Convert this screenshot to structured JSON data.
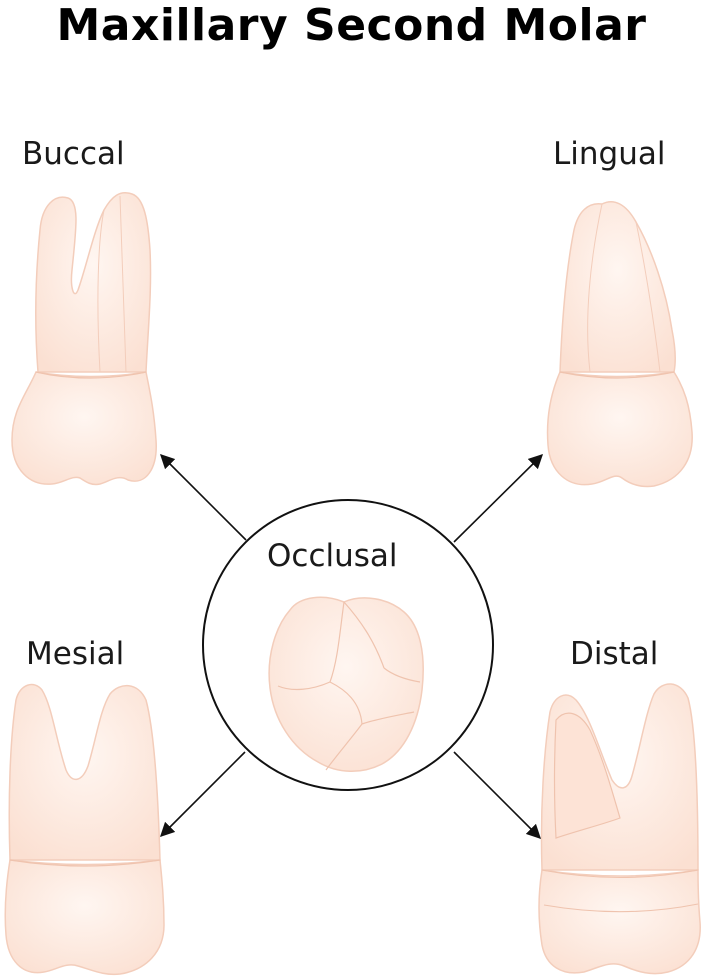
{
  "title": "Maxillary Second Molar",
  "views": {
    "buccal": "Buccal",
    "lingual": "Lingual",
    "mesial": "Mesial",
    "distal": "Distal",
    "occlusal": "Occlusal"
  },
  "colors": {
    "tooth_fill": "#fde6da",
    "tooth_light": "#fff4ee",
    "tooth_outline": "#f3cdbb",
    "arrow": "#111111",
    "circle_stroke": "#111111"
  }
}
